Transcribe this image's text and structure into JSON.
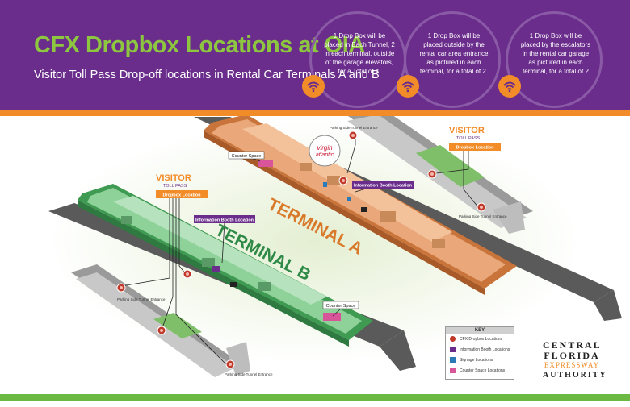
{
  "header": {
    "title": "CFX Dropbox Locations at OIA",
    "subtitle": "Visitor Toll Pass Drop-off locations in Rental Car Terminals A and B",
    "notes": [
      {
        "text": "1 Drop Box will be placed in Each Tunnel, 2 in each terminal, outside of the garage elevators, for a Total of 4.",
        "icon": "wifi-icon"
      },
      {
        "text": "1 Drop Box will be placed outside by the rental car area entrance as pictured in each terminal, for a total of 2.",
        "icon": "wifi-icon"
      },
      {
        "text": "1 Drop Box will be placed by the escalators in the rental car garage as pictured in each terminal, for a total of 2",
        "icon": "wifi-icon"
      }
    ]
  },
  "map": {
    "terminal_a": "TERMINAL A",
    "terminal_b": "TERMINAL B",
    "labels": {
      "counter_space": "Counter Space",
      "info_booth": "Information Booth Location",
      "dropbox": "Dropbox Location",
      "parking_tunnel": "Parking Side Tunnel Entrance"
    },
    "visitor_brand": {
      "word": "VISITOR",
      "sub": "TOLL PASS"
    },
    "airline_logo": {
      "line1": "virgin",
      "line2": "atlantic"
    }
  },
  "key": {
    "title": "KEY",
    "items": [
      {
        "label": "CFX Dropbox Locations",
        "color": "#c0392b"
      },
      {
        "label": "Information Booth Locations",
        "color": "#6b2d8c"
      },
      {
        "label": "Signage Locations",
        "color": "#2b7bb9"
      },
      {
        "label": "Counter Space Locations",
        "color": "#d9559a"
      }
    ]
  },
  "logo": {
    "line1": "CENTRAL",
    "line2": "FLORIDA",
    "line3": "EXPRESSWAY",
    "line4": "AUTHORITY"
  },
  "colors": {
    "header_bg": "#6b2d8c",
    "title": "#8dc63f",
    "accent_orange": "#f28c28",
    "terminal_a_fill": "#e9a77a",
    "terminal_b_fill": "#8ed29a",
    "footer_green": "#6bb843"
  }
}
